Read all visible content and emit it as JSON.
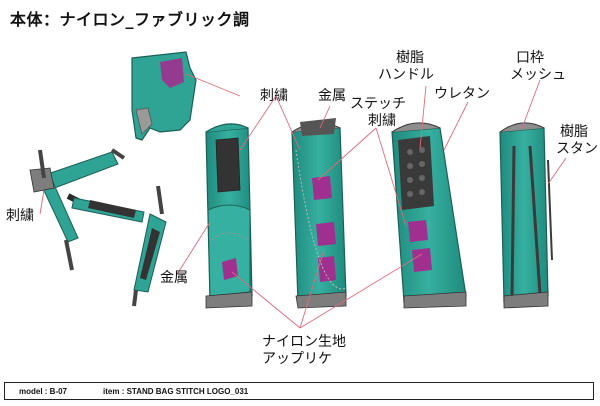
{
  "title": "本体：ナイロン_ファブリック調",
  "labels": {
    "embroidery_top": "刺繍",
    "metal_top": "金属",
    "stitch_embroidery": [
      "ステッチ",
      "刺繍"
    ],
    "resin_handle": [
      "樹脂",
      "ハンドル"
    ],
    "urethane": "ウレタン",
    "mouth_frame": [
      "口枠",
      "メッシュ"
    ],
    "resin_stand": [
      "樹脂",
      "スタンド"
    ],
    "embroidery_left": "刺繍",
    "metal_bottom": "金属",
    "nylon": [
      "ナイロン生地",
      "アップリケ"
    ]
  },
  "footer": {
    "model": "model : B-07",
    "item": "item : STAND BAG STITCH LOGO_031"
  },
  "colors": {
    "teal": "#2fa394",
    "teal_dark": "#1d7a6e",
    "magenta": "#a0308f",
    "grey": "#7d7d7d",
    "dark": "#3a3a3a",
    "leader": "#e06b7a"
  }
}
